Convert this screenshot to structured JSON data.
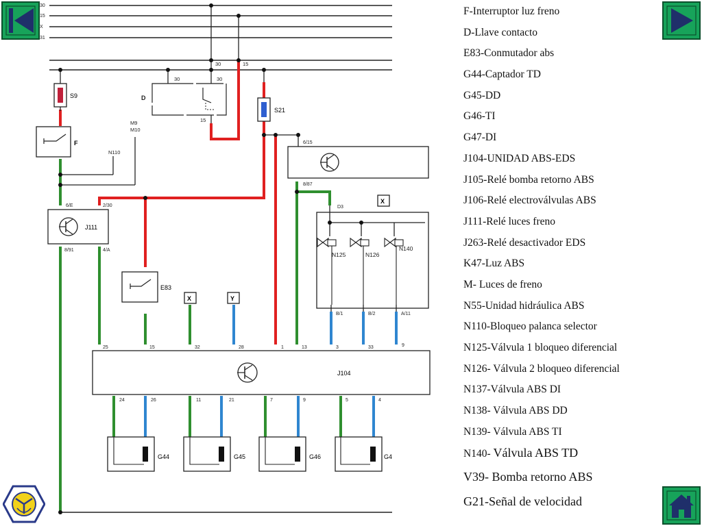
{
  "bus_labels": [
    "30",
    "15",
    "X",
    "31"
  ],
  "fuses": {
    "s9": "S9",
    "s21": "S21"
  },
  "components": {
    "d_switch": "D",
    "f_switch": "F",
    "j111": "J111",
    "e83": "E83",
    "j104": "J104",
    "g44": "G44",
    "g45": "G45",
    "g46": "G46",
    "g47": "G4",
    "n125": "N125",
    "n126": "N126",
    "n140": "N140",
    "m9": "M9",
    "m10": "M10",
    "n110": "N110"
  },
  "terminal_boxes": {
    "x_left": "X",
    "y_left": "Y",
    "x_right": "X"
  },
  "pins": {
    "d_30a": "30",
    "d_30b": "30",
    "d_15": "15",
    "top_30": "30",
    "top_15": "15",
    "j111_in_a": "6/E",
    "j111_in_b": "2/30",
    "j111_out_a": "8/91",
    "j111_out_b": "4/A",
    "relay_in": "6/15",
    "relay_out": "8/87",
    "d3": "D3",
    "n_b1": "B/1",
    "n_b2": "B/2",
    "n_a11": "A/11",
    "j104_top": [
      "25",
      "15",
      "32",
      "28",
      "1",
      "13",
      "3",
      "33",
      "9"
    ],
    "j104_bottom": [
      "24",
      "26",
      "11",
      "21",
      "7",
      "9",
      "5",
      "4"
    ]
  },
  "legend": [
    "F-Interruptor luz freno",
    "D-Llave contacto",
    "E83-Conmutador abs",
    "G44-Captador TD",
    "G45-DD",
    "G46-TI",
    "G47-DI",
    "J104-UNIDAD ABS-EDS",
    "J105-Relé bomba retorno ABS",
    "J106-Relé electroválvulas ABS",
    "J111-Relé luces freno",
    "J263-Relé desactivador EDS",
    "K47-Luz ABS",
    "M- Luces de freno",
    "N55-Unidad hidráulica ABS",
    "N110-Bloqueo palanca selector",
    "N125-Válvula 1 bloqueo diferencial",
    "N126- Válvula 2 bloqueo diferencial",
    "N137-Válvula ABS DI",
    "N138- Válvula ABS DD",
    "N139- Válvula ABS TI"
  ],
  "legend_n140": {
    "code": "N140- ",
    "desc": "Válvula ABS TD"
  },
  "legend_big": [
    "V39- Bomba retorno ABS",
    "G21-Señal de velocidad"
  ],
  "colors": {
    "wire_red": "#e02020",
    "wire_green": "#2f8f2f",
    "wire_blue": "#2f86d0",
    "wire_black": "#222222",
    "nav_green": "#17a35a"
  },
  "icons": {
    "prev": "skip-previous-icon",
    "next": "play-next-icon",
    "home": "home-icon",
    "logo": "hexagon-logo-icon"
  }
}
